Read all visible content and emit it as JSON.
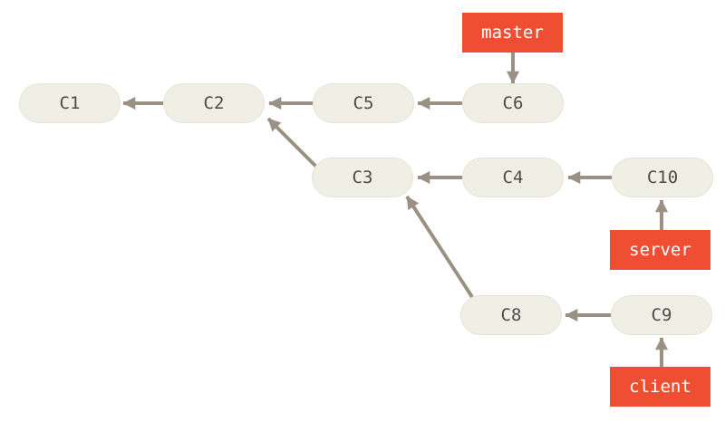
{
  "diagram": {
    "type": "git-commit-graph",
    "colors": {
      "commit_fill": "#F0EFE6",
      "commit_border": "#E6E3D6",
      "commit_text": "#4F4B45",
      "branch_fill": "#F04E32",
      "branch_text": "#FFFFFF",
      "arrow": "#9A9184",
      "background": "#FFFFFF"
    },
    "nodes": [
      {
        "label": "C1"
      },
      {
        "label": "C2"
      },
      {
        "label": "C5"
      },
      {
        "label": "C6"
      },
      {
        "label": "C3"
      },
      {
        "label": "C4"
      },
      {
        "label": "C10"
      },
      {
        "label": "C8"
      },
      {
        "label": "C9"
      }
    ],
    "branches": [
      {
        "label": "master",
        "points_to": "C6"
      },
      {
        "label": "server",
        "points_to": "C10"
      },
      {
        "label": "client",
        "points_to": "C9"
      }
    ],
    "edges": [
      {
        "from": "C2",
        "to": "C1"
      },
      {
        "from": "C5",
        "to": "C2"
      },
      {
        "from": "C6",
        "to": "C5"
      },
      {
        "from": "C3",
        "to": "C2"
      },
      {
        "from": "C4",
        "to": "C3"
      },
      {
        "from": "C10",
        "to": "C4"
      },
      {
        "from": "C8",
        "to": "C3"
      },
      {
        "from": "C9",
        "to": "C8"
      },
      {
        "from": "master",
        "to": "C6"
      },
      {
        "from": "server",
        "to": "C10"
      },
      {
        "from": "client",
        "to": "C9"
      }
    ]
  }
}
